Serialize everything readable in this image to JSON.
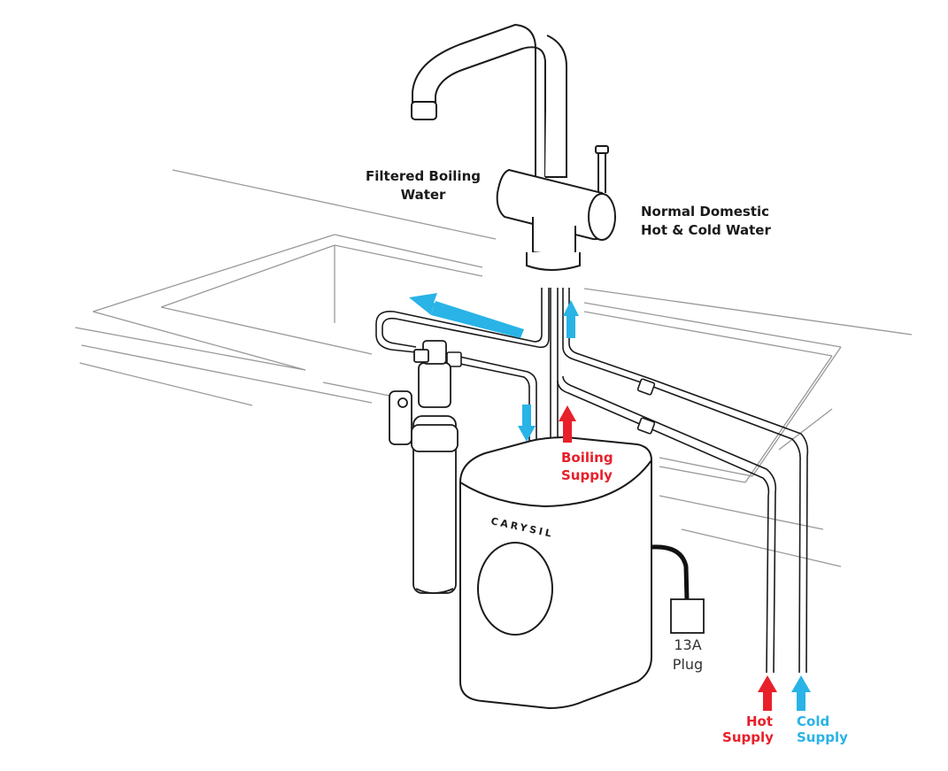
{
  "labels": {
    "filtered_line1": "Filtered Boiling",
    "filtered_line2": "Water",
    "normal_line1": "Normal Domestic",
    "normal_line2": "Hot & Cold Water",
    "boiling_line1": "Boiling",
    "boiling_line2": "Supply",
    "hot_line1": "Hot",
    "hot_line2": "Supply",
    "cold_line1": "Cold",
    "cold_line2": "Supply",
    "plug_line1": "13A",
    "plug_line2": "Plug",
    "brand": "CARYSIL"
  },
  "colors": {
    "hot_arrow": "#e8202a",
    "cold_arrow": "#29b3e6",
    "outline": "#1a1a1a",
    "worktop_lines": "#999999"
  }
}
